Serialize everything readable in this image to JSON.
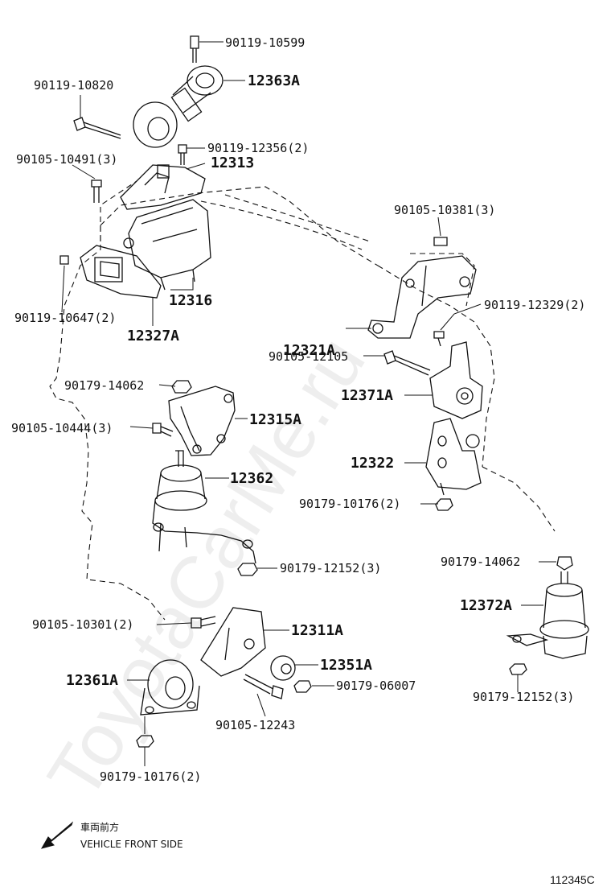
{
  "watermark": "ToyotaCarMe.ru",
  "labels": {
    "p90119_10599": "90119-10599",
    "p12363A": "12363A",
    "p90119_10820": "90119-10820",
    "p90119_12356": "90119-12356(2)",
    "p90105_10491": "90105-10491(3)",
    "p12313": "12313",
    "p90105_10381": "90105-10381(3)",
    "p12316": "12316",
    "p90119_10647": "90119-10647(2)",
    "p12327A": "12327A",
    "p12321A": "12321A",
    "p90119_12329": "90119-12329(2)",
    "p90105_12105": "90105-12105",
    "p12371A": "12371A",
    "p90179_14062_a": "90179-14062",
    "p90105_10444": "90105-10444(3)",
    "p12315A": "12315A",
    "p12362": "12362",
    "p12322": "12322",
    "p90179_10176_a": "90179-10176(2)",
    "p90179_12152_a": "90179-12152(3)",
    "p90179_14062_b": "90179-14062",
    "p12372A": "12372A",
    "p90105_10301": "90105-10301(2)",
    "p12311A": "12311A",
    "p12351A": "12351A",
    "p12361A": "12361A",
    "p90179_06007": "90179-06007",
    "p90105_12243": "90105-12243",
    "p90179_12152_b": "90179-12152(3)",
    "p90179_10176_b": "90179-10176(2)"
  },
  "direction": {
    "jp": "車両前方",
    "en": "VEHICLE FRONT SIDE",
    "icon": "arrow-down-left-icon"
  },
  "figure_code": "112345C"
}
